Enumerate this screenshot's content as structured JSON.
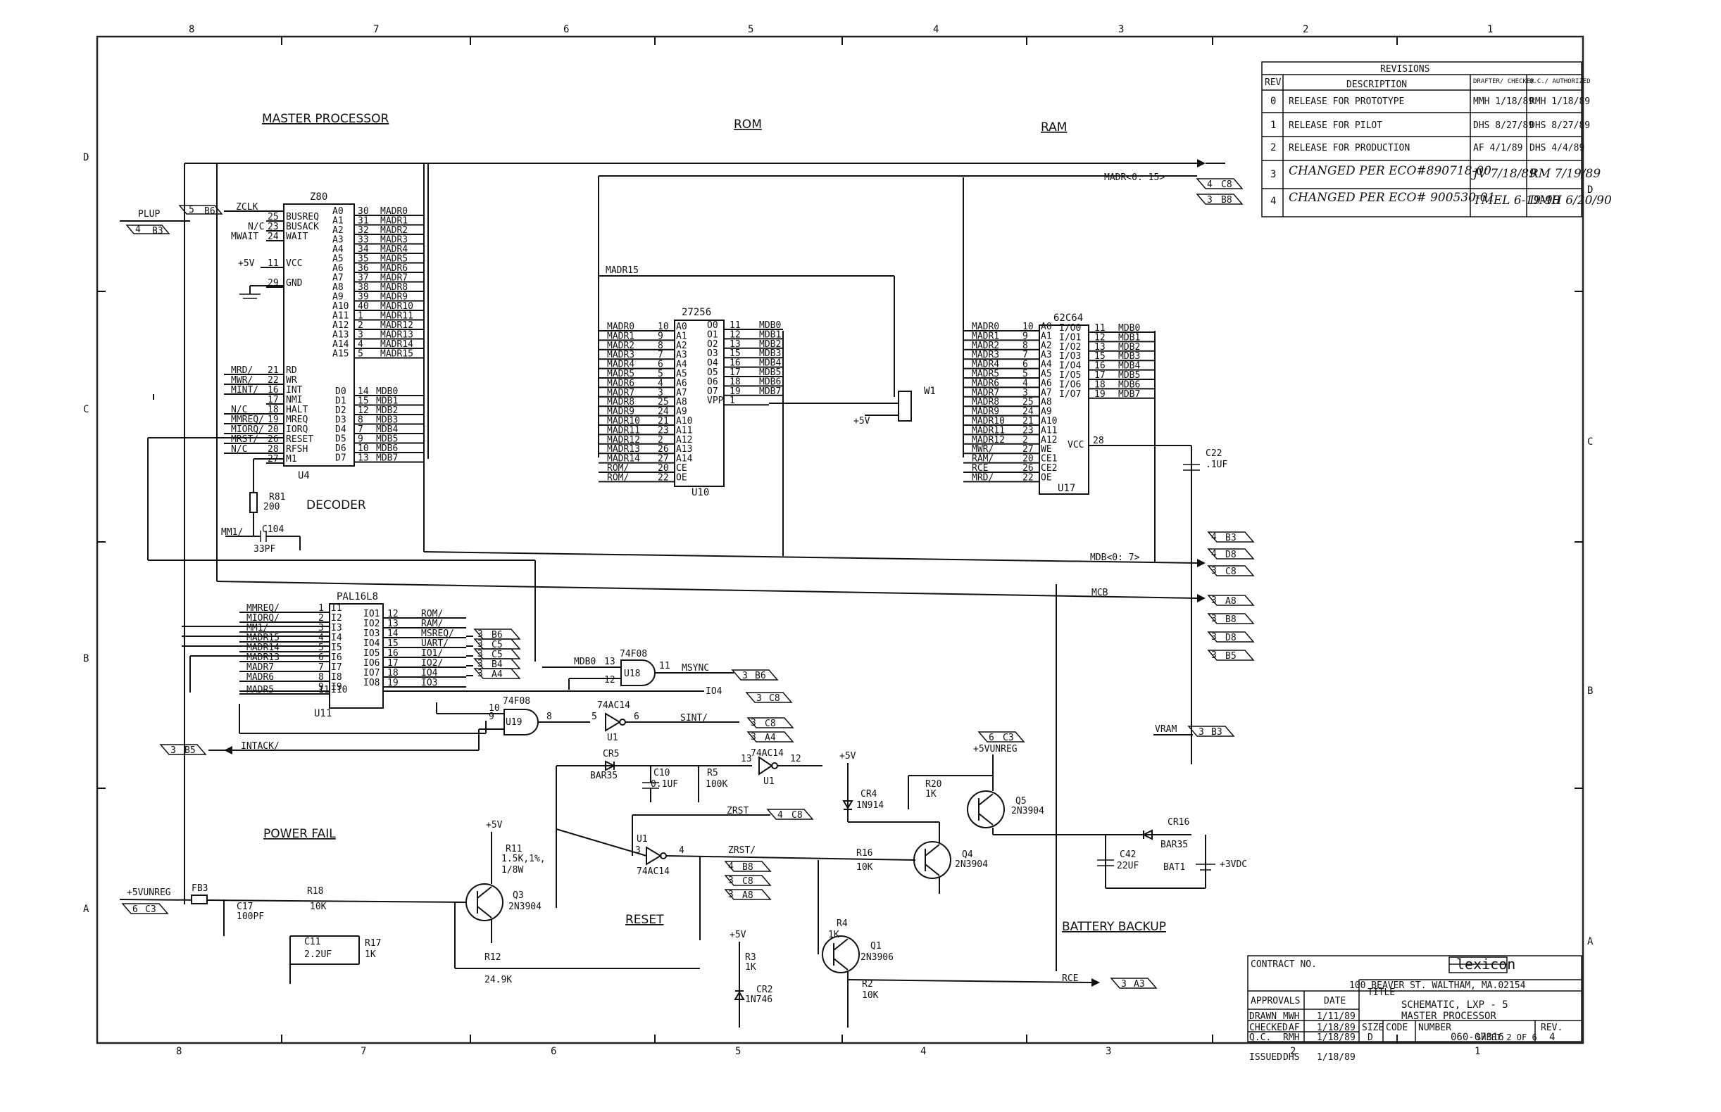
{
  "border": {
    "top_zones": [
      "8",
      "7",
      "6",
      "5",
      "4",
      "3",
      "2",
      "1"
    ],
    "bottom_zones": [
      "8",
      "7",
      "6",
      "5",
      "4",
      "3",
      "2",
      "1"
    ],
    "left_rows": [
      "D",
      "C",
      "B",
      "A"
    ],
    "right_rows": [
      "D",
      "C",
      "B",
      "A"
    ]
  },
  "sections": {
    "master_processor": "MASTER PROCESSOR",
    "rom": "ROM",
    "ram": "RAM",
    "decoder": "DECODER",
    "power_fail": "POWER FAIL",
    "reset": "RESET",
    "battery_backup": "BATTERY BACKUP"
  },
  "revisions": {
    "title": "REVISIONS",
    "col_rev": "REV",
    "col_desc": "DESCRIPTION",
    "col_drafter": "DRAFTER/ CHECKER",
    "col_qc": "Q.C./ AUTHORIZED",
    "rows": [
      {
        "rev": "0",
        "desc": "RELEASE FOR PROTOTYPE",
        "drafter": "MMH 1/18/89",
        "qc": "RMH 1/18/89"
      },
      {
        "rev": "1",
        "desc": "RELEASE FOR PILOT",
        "drafter": "DHS 8/27/89",
        "qc": "DHS 8/27/89"
      },
      {
        "rev": "2",
        "desc": "RELEASE FOR PRODUCTION",
        "drafter": "AF 4/1/89",
        "qc": "DHS 4/4/89"
      },
      {
        "rev": "3",
        "desc": "CHANGED PER ECO#890718-00",
        "drafter": "JV 7/18/89",
        "qc": "RM 7/19/89"
      },
      {
        "rev": "4",
        "desc": "CHANGED PER ECO# 900530-01",
        "drafter": "TMEL 6-19-90",
        "qc": "DMH 6/20/90"
      }
    ]
  },
  "u4": {
    "name": "Z80",
    "ref": "U4",
    "left_pins": [
      {
        "num": "25",
        "name": "BUSREQ"
      },
      {
        "num": "23",
        "name": "BUSACK"
      },
      {
        "num": "24",
        "name": "WAIT"
      },
      {
        "num": "11",
        "name": "VCC"
      },
      {
        "num": "29",
        "name": "GND"
      },
      {
        "num": "21",
        "name": "RD"
      },
      {
        "num": "22",
        "name": "WR"
      },
      {
        "num": "16",
        "name": "INT"
      },
      {
        "num": "17",
        "name": "NMI"
      },
      {
        "num": "18",
        "name": "HALT"
      },
      {
        "num": "19",
        "name": "MREQ"
      },
      {
        "num": "20",
        "name": "IORQ"
      },
      {
        "num": "26",
        "name": "RESET"
      },
      {
        "num": "28",
        "name": "RFSH"
      },
      {
        "num": "27",
        "name": "M1"
      }
    ],
    "addr_pins": [
      {
        "pin": "A0",
        "num": "30",
        "net": "MADR0"
      },
      {
        "pin": "A1",
        "num": "31",
        "net": "MADR1"
      },
      {
        "pin": "A2",
        "num": "32",
        "net": "MADR2"
      },
      {
        "pin": "A3",
        "num": "33",
        "net": "MADR3"
      },
      {
        "pin": "A4",
        "num": "34",
        "net": "MADR4"
      },
      {
        "pin": "A5",
        "num": "35",
        "net": "MADR5"
      },
      {
        "pin": "A6",
        "num": "36",
        "net": "MADR6"
      },
      {
        "pin": "A7",
        "num": "37",
        "net": "MADR7"
      },
      {
        "pin": "A8",
        "num": "38",
        "net": "MADR8"
      },
      {
        "pin": "A9",
        "num": "39",
        "net": "MADR9"
      },
      {
        "pin": "A10",
        "num": "40",
        "net": "MADR10"
      },
      {
        "pin": "A11",
        "num": "1",
        "net": "MADR11"
      },
      {
        "pin": "A12",
        "num": "2",
        "net": "MADR12"
      },
      {
        "pin": "A13",
        "num": "3",
        "net": "MADR13"
      },
      {
        "pin": "A14",
        "num": "4",
        "net": "MADR14"
      },
      {
        "pin": "A15",
        "num": "5",
        "net": "MADR15"
      }
    ],
    "data_pins": [
      {
        "pin": "D0",
        "num": "14",
        "net": "MDB0"
      },
      {
        "pin": "D1",
        "num": "15",
        "net": "MDB1"
      },
      {
        "pin": "D2",
        "num": "12",
        "net": "MDB2"
      },
      {
        "pin": "D3",
        "num": "8",
        "net": "MDB3"
      },
      {
        "pin": "D4",
        "num": "7",
        "net": "MDB4"
      },
      {
        "pin": "D5",
        "num": "9",
        "net": "MDB5"
      },
      {
        "pin": "D6",
        "num": "10",
        "net": "MDB6"
      },
      {
        "pin": "D7",
        "num": "13",
        "net": "MDB7"
      }
    ],
    "left_nets": [
      "MRD/",
      "MWR/",
      "MINT/",
      "",
      "N/C",
      "MMREQ/",
      "MIORQ/",
      "MRST/",
      "N/C",
      ""
    ]
  },
  "u10": {
    "name": "27256",
    "ref": "U10",
    "addr": [
      {
        "net": "MADR0",
        "num": "10",
        "pin": "A0"
      },
      {
        "net": "MADR1",
        "num": "9",
        "pin": "A1"
      },
      {
        "net": "MADR2",
        "num": "8",
        "pin": "A2"
      },
      {
        "net": "MADR3",
        "num": "7",
        "pin": "A3"
      },
      {
        "net": "MADR4",
        "num": "6",
        "pin": "A4"
      },
      {
        "net": "MADR5",
        "num": "5",
        "pin": "A5"
      },
      {
        "net": "MADR6",
        "num": "4",
        "pin": "A6"
      },
      {
        "net": "MADR7",
        "num": "3",
        "pin": "A7"
      },
      {
        "net": "MADR8",
        "num": "25",
        "pin": "A8"
      },
      {
        "net": "MADR9",
        "num": "24",
        "pin": "A9"
      },
      {
        "net": "MADR10",
        "num": "21",
        "pin": "A10"
      },
      {
        "net": "MADR11",
        "num": "23",
        "pin": "A11"
      },
      {
        "net": "MADR12",
        "num": "2",
        "pin": "A12"
      },
      {
        "net": "MADR13",
        "num": "26",
        "pin": "A13"
      },
      {
        "net": "MADR14",
        "num": "27",
        "pin": "A14"
      },
      {
        "net": "ROM/",
        "num": "20",
        "pin": "CE"
      },
      {
        "net": "ROM/",
        "num": "22",
        "pin": "OE"
      }
    ],
    "data": [
      {
        "pin": "O0",
        "num": "11",
        "net": "MDB0"
      },
      {
        "pin": "O1",
        "num": "12",
        "net": "MDB1"
      },
      {
        "pin": "O2",
        "num": "13",
        "net": "MDB2"
      },
      {
        "pin": "O3",
        "num": "15",
        "net": "MDB3"
      },
      {
        "pin": "O4",
        "num": "16",
        "net": "MDB4"
      },
      {
        "pin": "O5",
        "num": "17",
        "net": "MDB5"
      },
      {
        "pin": "O6",
        "num": "18",
        "net": "MDB6"
      },
      {
        "pin": "O7",
        "num": "19",
        "net": "MDB7"
      },
      {
        "pin": "VPP",
        "num": "1",
        "net": ""
      }
    ]
  },
  "u17": {
    "name": "62C64",
    "ref": "U17",
    "addr": [
      {
        "net": "MADR0",
        "num": "10",
        "pin": "A0"
      },
      {
        "net": "MADR1",
        "num": "9",
        "pin": "A1"
      },
      {
        "net": "MADR2",
        "num": "8",
        "pin": "A2"
      },
      {
        "net": "MADR3",
        "num": "7",
        "pin": "A3"
      },
      {
        "net": "MADR4",
        "num": "6",
        "pin": "A4"
      },
      {
        "net": "MADR5",
        "num": "5",
        "pin": "A5"
      },
      {
        "net": "MADR6",
        "num": "4",
        "pin": "A6"
      },
      {
        "net": "MADR7",
        "num": "3",
        "pin": "A7"
      },
      {
        "net": "MADR8",
        "num": "25",
        "pin": "A8"
      },
      {
        "net": "MADR9",
        "num": "24",
        "pin": "A9"
      },
      {
        "net": "MADR10",
        "num": "21",
        "pin": "A10"
      },
      {
        "net": "MADR11",
        "num": "23",
        "pin": "A11"
      },
      {
        "net": "MADR12",
        "num": "2",
        "pin": "A12"
      },
      {
        "net": "MWR/",
        "num": "27",
        "pin": "WE"
      },
      {
        "net": "RAM/",
        "num": "20",
        "pin": "CE1"
      },
      {
        "net": "RCE",
        "num": "26",
        "pin": "CE2"
      },
      {
        "net": "MRD/",
        "num": "22",
        "pin": "OE"
      }
    ],
    "data": [
      {
        "pin": "I/O0",
        "num": "11",
        "net": "MDB0"
      },
      {
        "pin": "I/O1",
        "num": "12",
        "net": "MDB1"
      },
      {
        "pin": "I/O2",
        "num": "13",
        "net": "MDB2"
      },
      {
        "pin": "I/O3",
        "num": "15",
        "net": "MDB3"
      },
      {
        "pin": "I/O4",
        "num": "16",
        "net": "MDB4"
      },
      {
        "pin": "I/O5",
        "num": "17",
        "net": "MDB5"
      },
      {
        "pin": "I/O6",
        "num": "18",
        "net": "MDB6"
      },
      {
        "pin": "I/O7",
        "num": "19",
        "net": "MDB7"
      }
    ],
    "vcc": "VCC",
    "vcc_pin": "28"
  },
  "u11": {
    "name": "PAL16L8",
    "ref": "U11",
    "inputs": [
      {
        "net": "MMREQ/",
        "num": "1",
        "pin": "I1"
      },
      {
        "net": "MIORQ/",
        "num": "2",
        "pin": "I2"
      },
      {
        "net": "MM1/",
        "num": "3",
        "pin": "I3"
      },
      {
        "net": "MADR15",
        "num": "4",
        "pin": "I4"
      },
      {
        "net": "MADR14",
        "num": "5",
        "pin": "I5"
      },
      {
        "net": "MADR13",
        "num": "6",
        "pin": "I6"
      },
      {
        "net": "MADR7",
        "num": "7",
        "pin": "I7"
      },
      {
        "net": "MADR6",
        "num": "8",
        "pin": "I8"
      },
      {
        "net": "",
        "num": "9",
        "pin": "I9"
      },
      {
        "net": "MADR5",
        "num": "11",
        "pin": "I10"
      }
    ],
    "outputs": [
      {
        "pin": "IO1",
        "num": "12",
        "net": "ROM/"
      },
      {
        "pin": "IO2",
        "num": "13",
        "net": "RAM/"
      },
      {
        "pin": "IO3",
        "num": "14",
        "net": "MSREQ/"
      },
      {
        "pin": "IO4",
        "num": "15",
        "net": "UART/"
      },
      {
        "pin": "IO5",
        "num": "16",
        "net": "IO1/"
      },
      {
        "pin": "IO6",
        "num": "17",
        "net": "IO2/"
      },
      {
        "pin": "IO7",
        "num": "18",
        "net": "IO4"
      },
      {
        "pin": "IO8",
        "num": "19",
        "net": "IO3"
      }
    ],
    "out_refs": [
      "B6",
      "C5",
      "C5",
      "B4",
      "A4"
    ]
  },
  "offpage": {
    "plup": "PLUP",
    "plup_ref1": "5",
    "plup_ref2": "B6",
    "plup_ref3": "4",
    "plup_ref4": "B3",
    "zclk": "ZCLK",
    "nc": "N/C",
    "mwait": "MWAIT",
    "p5v": "+5V",
    "madr_bus": "MADR<0: 15>",
    "madr_ref1": "4",
    "madr_ref1b": "C8",
    "madr_ref2": "3",
    "madr_ref2b": "B8",
    "madr15": "MADR15",
    "mdb_bus": "MDB<0: 7>",
    "mcb": "MCB",
    "mdb_refs": [
      [
        "4",
        "B3"
      ],
      [
        "4",
        "D8"
      ],
      [
        "3",
        "C8"
      ]
    ],
    "mcb_refs": [
      [
        "3",
        "A8"
      ],
      [
        "3",
        "B8"
      ],
      [
        "3",
        "D8"
      ],
      [
        "3",
        "B5"
      ]
    ],
    "w1": "W1",
    "mdb0": "MDB0",
    "msync": "MSYNC",
    "msync_ref": [
      "3",
      "B6"
    ],
    "io4": "IO4",
    "io4_ref": [
      "3",
      "C8"
    ],
    "sint": "SINT/",
    "sint_refs": [
      [
        "3",
        "C8"
      ],
      [
        "3",
        "A4"
      ]
    ],
    "intack": "INTACK/",
    "intack_ref": [
      "3",
      "B5"
    ],
    "vram": "VRAM",
    "vram_ref": [
      "3",
      "B3"
    ],
    "p5vunreg": "+5VUNREG",
    "p5vunreg_ref": [
      "6",
      "C3"
    ],
    "zrst": "ZRST",
    "zrst_ref": [
      "4",
      "C8"
    ],
    "zrst_n": "ZRST/",
    "zrst_refs": [
      [
        "4",
        "B8"
      ],
      [
        "3",
        "C8"
      ],
      [
        "3",
        "A8"
      ]
    ],
    "rce": "RCE",
    "rce_ref": [
      "3",
      "A3"
    ],
    "p3vdc": "+3VDC",
    "mm1": "MM1/"
  },
  "components": {
    "r81": "R81",
    "r81v": "200",
    "c104": "C104",
    "c104v": "33PF",
    "u18": "U18",
    "u18t": "74F08",
    "u18p": [
      "13",
      "12",
      "11"
    ],
    "u19": "U19",
    "u19t": "74F08",
    "u19p": [
      "10",
      "9",
      "8"
    ],
    "u1a": "U1",
    "u1at": "74AC14",
    "u1ap": [
      "5",
      "6"
    ],
    "u1b": "U1",
    "u1bt": "74AC14",
    "u1bp": [
      "13",
      "12"
    ],
    "u1c": "U1",
    "u1ct": "74AC14",
    "u1cp": [
      "3",
      "4"
    ],
    "cr5": "CR5",
    "cr5v": "BAR35",
    "c10": "C10",
    "c10v": "0.1UF",
    "r5": "R5",
    "r5v": "100K",
    "cr4": "CR4",
    "cr4v": "1N914",
    "r20": "R20",
    "r20v": "1K",
    "q5": "Q5",
    "q5v": "2N3904",
    "q4": "Q4",
    "q4v": "2N3904",
    "r16": "R16",
    "r16v": "10K",
    "q3": "Q3",
    "q3v": "2N3904",
    "r11": "R11",
    "r11v1": "1.5K,1%,",
    "r11v2": "1/8W",
    "r12": "R12",
    "r12v": "24.9K",
    "fb3": "FB3",
    "r18": "R18",
    "r18v": "10K",
    "c17": "C17",
    "c17v": "100PF",
    "c11": "C11",
    "c11v": "2.2UF",
    "r17": "R17",
    "r17v": "1K",
    "r4": "R4",
    "r4v": "1K",
    "q1": "Q1",
    "q1v": "2N3906",
    "r3": "R3",
    "r3v": "1K",
    "cr2": "CR2",
    "cr2v": "1N746",
    "r2": "R2",
    "r2v": "10K",
    "c42": "C42",
    "c42v": "22UF",
    "bat1": "BAT1",
    "cr16": "CR16",
    "cr16v": "BAR35",
    "c22": "C22",
    "c22v": ".1UF"
  },
  "title_block": {
    "contract": "CONTRACT NO.",
    "company": "lexicon",
    "address": "100 BEAVER ST. WALTHAM, MA.02154",
    "approvals": "APPROVALS",
    "date": "DATE",
    "title_lbl": "TITLE",
    "title1": "SCHEMATIC, LXP - 5",
    "title2": "MASTER PROCESSOR",
    "drawn": "DRAWN",
    "drawn_by": "MWH",
    "drawn_date": "1/11/89",
    "checked": "CHECKED",
    "checked_by": "AF",
    "checked_date": "1/18/89",
    "qc": "Q.C.",
    "qc_by": "RMH",
    "qc_date": "1/18/89",
    "issued": "ISSUED",
    "issued_by": "DHS",
    "issued_date": "1/18/89",
    "size_lbl": "SIZE",
    "size": "D",
    "code_lbl": "CODE",
    "number_lbl": "NUMBER",
    "number": "060-07316",
    "rev_lbl": "REV.",
    "rev": "4",
    "sheet": "SHEET 2 OF 6"
  }
}
